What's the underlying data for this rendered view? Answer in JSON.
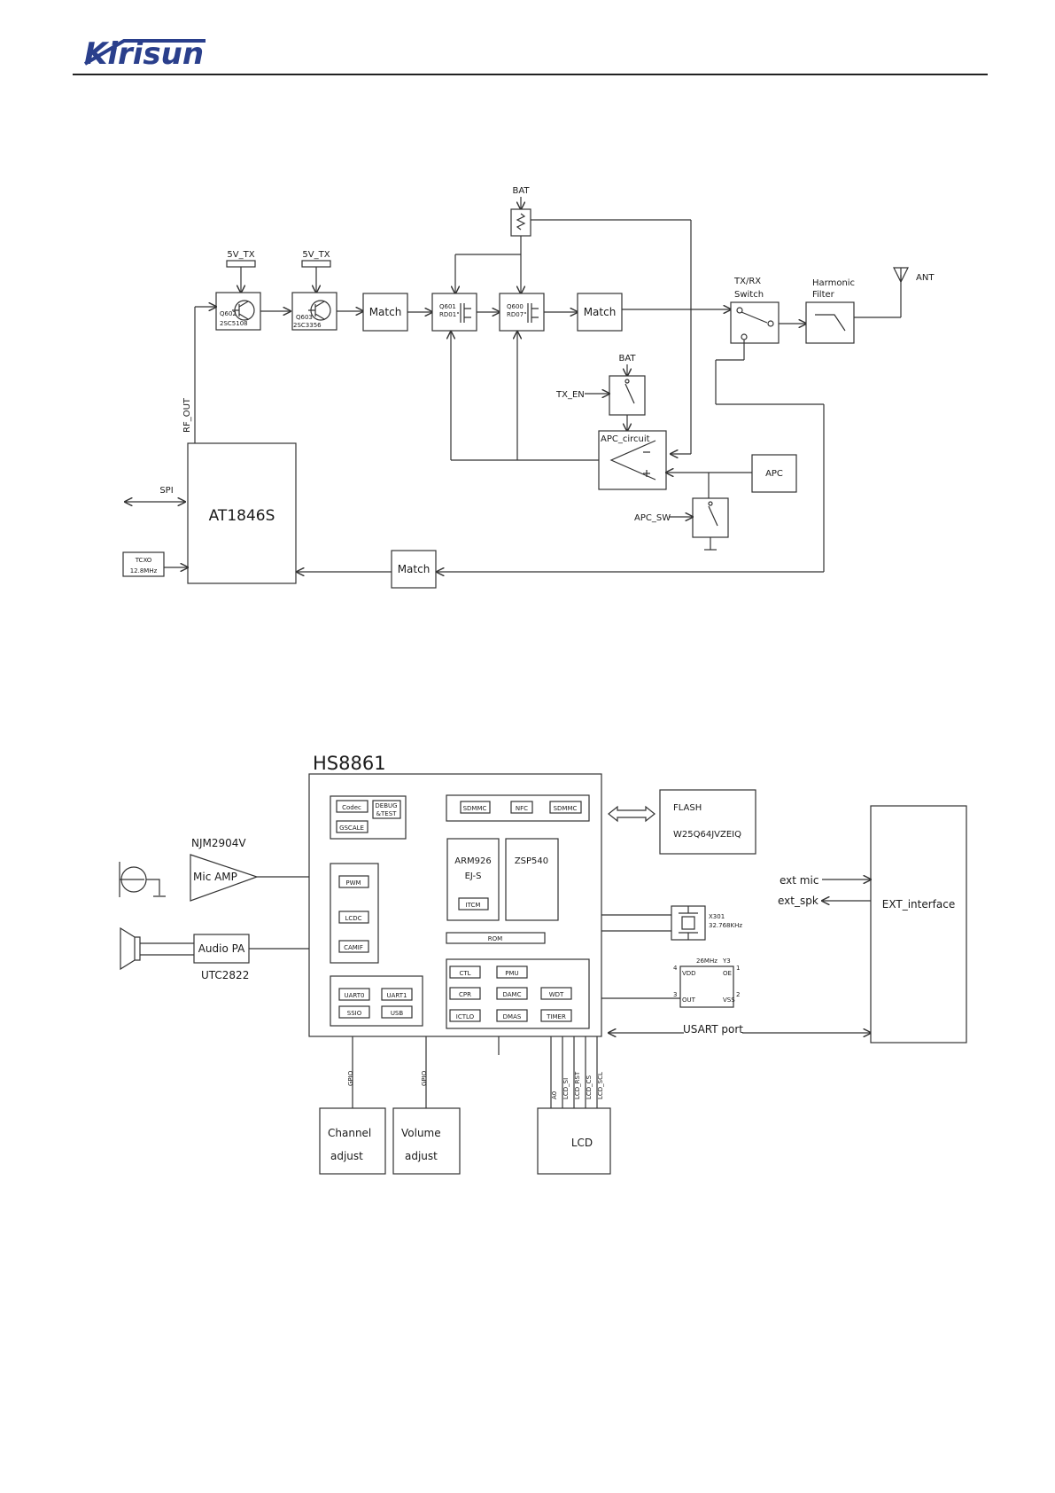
{
  "header": {
    "logo": "Kirisun"
  },
  "rf_diagram": {
    "bat_top": "BAT",
    "v5_tx_1": "5V_TX",
    "v5_tx_2": "5V_TX",
    "q602": "Q602",
    "q602_part": "2SC5108",
    "q603": "Q603",
    "q603_part": "2SC3356",
    "match_1": "Match",
    "q601": "Q601",
    "q601_part": "RD01",
    "q600": "Q600",
    "q600_part": "RD07",
    "match_2": "Match",
    "txrx_switch": [
      "TX/RX",
      "Switch"
    ],
    "harmonic_filter": [
      "Harmonic",
      "Filter"
    ],
    "ant": "ANT",
    "bat_mid": "BAT",
    "tx_en": "TX_EN",
    "apc_circuit": "APC_circuit",
    "apc": "APC",
    "apc_sw": "APC_SW",
    "rf_out": "RF_OUT",
    "spi": "SPI",
    "chip": "AT1846S",
    "tcxo": [
      "TCXO",
      "12.8MHz"
    ],
    "match_3": "Match"
  },
  "soc_diagram": {
    "title": "HS8861",
    "codec": "Codec",
    "debug": [
      "DEBUG",
      "&TEST"
    ],
    "gscale": "GSCALE",
    "sdmmc_1": "SDMMC",
    "nfc": "NFC",
    "sdmmc_2": "SDMMC",
    "arm": [
      "ARM926",
      "EJ-S"
    ],
    "itcm": "ITCM",
    "zsp": "ZSP540",
    "pwm": "PWM",
    "lcdc": "LCDC",
    "camif": "CAMIF",
    "rom": "ROM",
    "ctl": "CTL",
    "pmu": "PMU",
    "cpr": "CPR",
    "damc": "DAMC",
    "wdt": "WDT",
    "ictlo": "ICTLO",
    "dmas": "DMAS",
    "timer": "TIMER",
    "uart0": "UART0",
    "uart1": "UART1",
    "ssio": "SSIO",
    "usb": "USB",
    "flash": [
      "FLASH",
      "W25Q64JVZEIQ"
    ],
    "njm": "NJM2904V",
    "mic_amp": "Mic AMP",
    "audio_pa": "Audio PA",
    "utc": "UTC2822",
    "x301": [
      "X301",
      "32.768KHz"
    ],
    "osc_label": [
      "26MHz",
      "Y3"
    ],
    "osc_pins": [
      "VDD",
      "OE",
      "OUT",
      "VSS",
      "4",
      "1",
      "3",
      "2"
    ],
    "usart": "USART port",
    "ext_mic": "ext mic",
    "ext_spk": "ext_spk",
    "ext_interface": "EXT_interface",
    "gpio_1": "GPIO",
    "gpio_2": "GPIO",
    "lcd_pins": [
      "A0",
      "LCD_SI",
      "LCD_RST",
      "LCD_CS",
      "LCD_SCL"
    ],
    "channel": [
      "Channel",
      "adjust"
    ],
    "volume": [
      "Volume",
      "adjust"
    ],
    "lcd": "LCD"
  }
}
